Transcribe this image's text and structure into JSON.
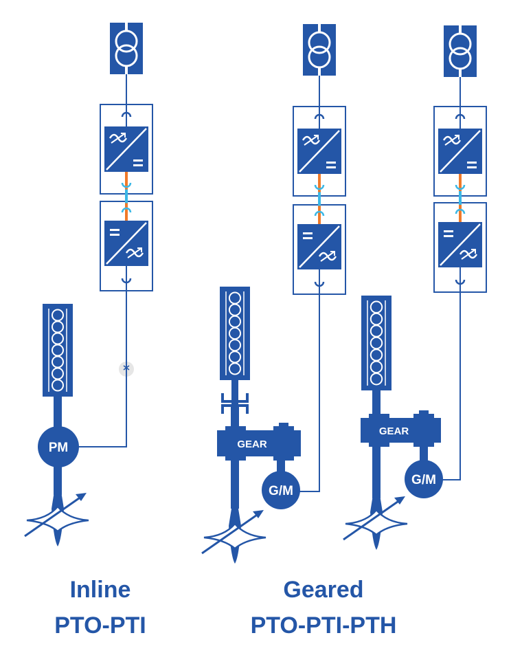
{
  "colors": {
    "primary": "#2456a7",
    "dc_orange": "#f07a2a",
    "dc_cyan": "#3bb8e6",
    "breaker_bg": "#e6e6e6"
  },
  "icons": [
    "transformer-icon",
    "ac-dc-converter-icon",
    "dc-ac-converter-icon",
    "engine-icon",
    "motor-icon",
    "gear-icon",
    "propeller-icon",
    "breaker-icon",
    "coupling-icon"
  ],
  "machines": {
    "pm": "PM",
    "gm": "G/M",
    "gear": "GEAR"
  },
  "captions": {
    "inline": {
      "line1": "Inline",
      "line2": "PTO-PTI"
    },
    "geared": {
      "line1": "Geared",
      "line2": "PTO-PTI-PTH"
    }
  }
}
